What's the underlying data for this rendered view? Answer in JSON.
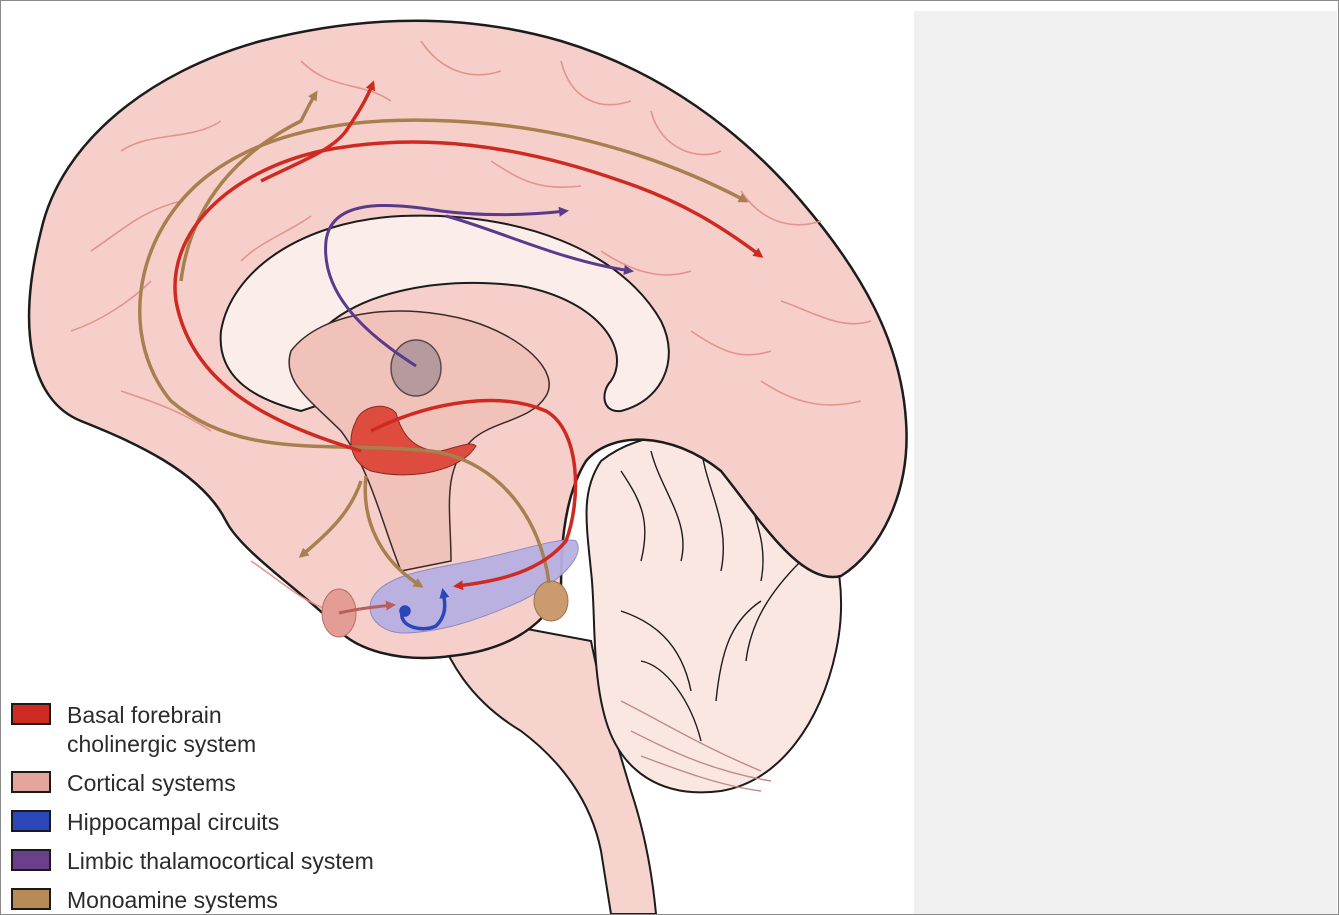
{
  "figure": {
    "subject": "brain-sagittal-section-icon",
    "regions": [
      "cerebrum",
      "corpus-callosum",
      "thalamus",
      "basal-forebrain",
      "hippocampus",
      "amygdala",
      "raphe-locus-coeruleus",
      "cerebellum",
      "brainstem"
    ]
  },
  "legend": {
    "items": [
      {
        "id": "basal-forebrain",
        "label": "Basal forebrain\ncholinergic system",
        "color": "#cf2a22"
      },
      {
        "id": "cortical",
        "label": "Cortical systems",
        "color": "#e4a69c"
      },
      {
        "id": "hippocampal",
        "label": "Hippocampal circuits",
        "color": "#2a46b8"
      },
      {
        "id": "limbic",
        "label": "Limbic thalamocortical system",
        "color": "#6a3f8c"
      },
      {
        "id": "monoamine",
        "label": "Monoamine systems",
        "color": "#b88a55"
      }
    ]
  },
  "colors": {
    "brain_fill": "#f6cfca",
    "brain_outline": "#1c1c1c",
    "vessel": "#e47f78",
    "panel": "#f0f0f0"
  }
}
